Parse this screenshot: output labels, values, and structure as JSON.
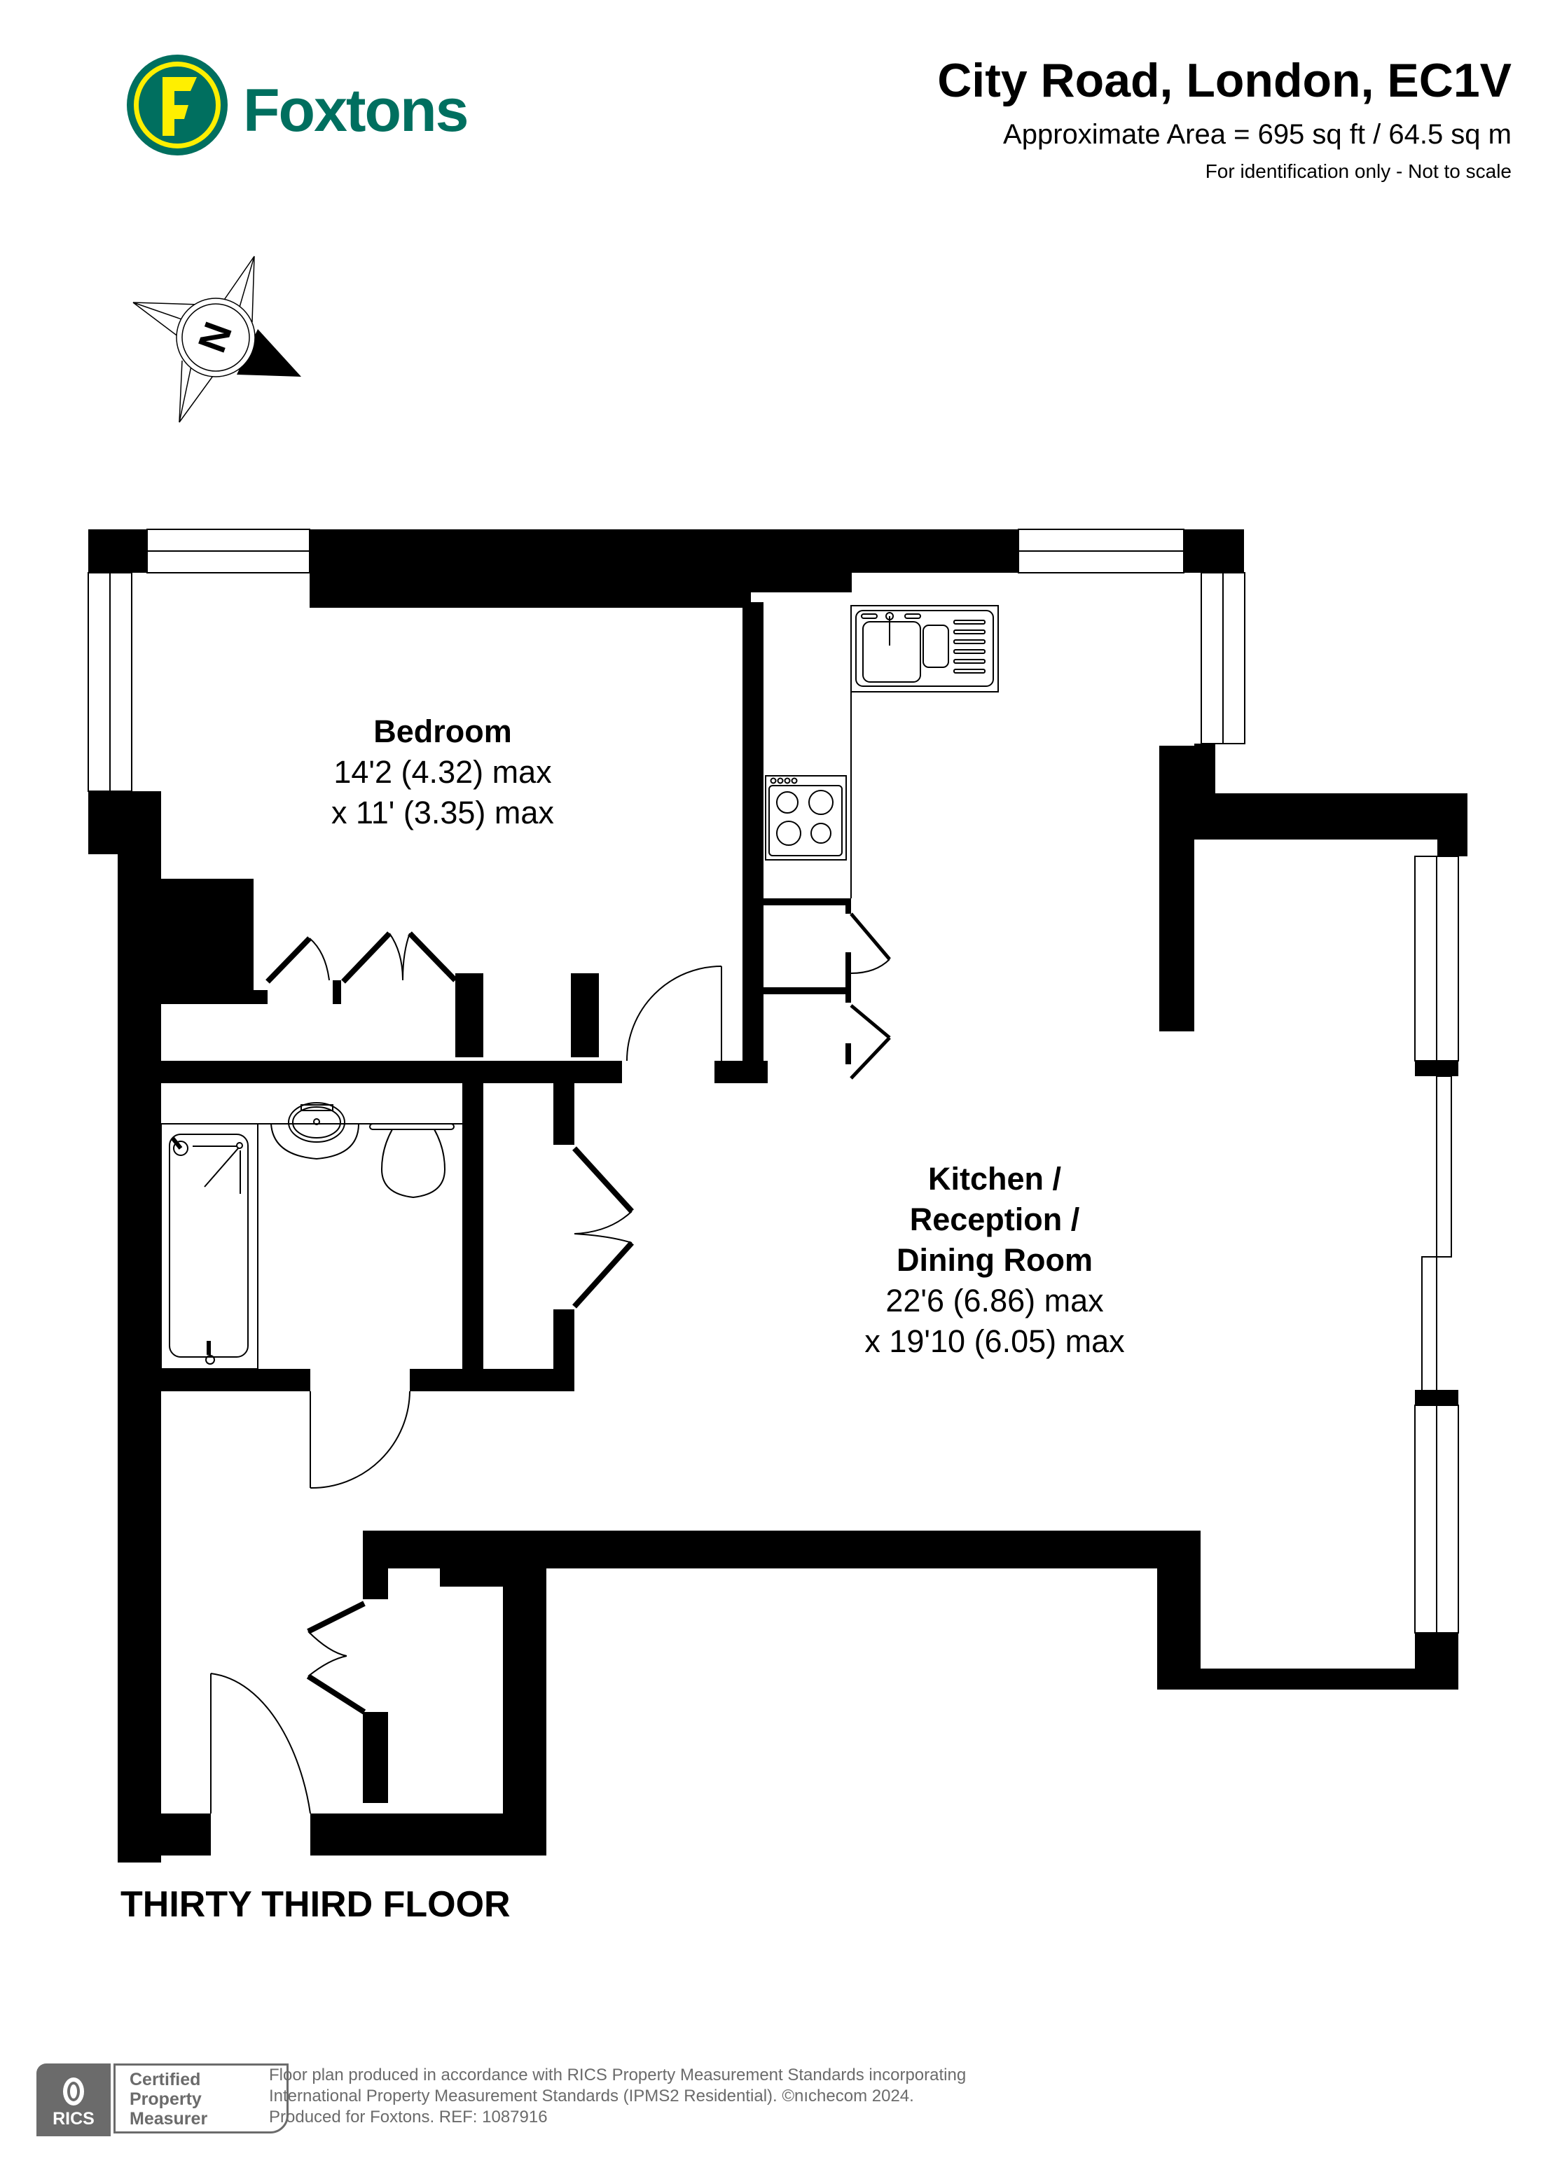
{
  "brand": {
    "name": "Foxtons",
    "logo_letter": "F",
    "colors": {
      "green": "#006f5f",
      "yellow": "#ffef00"
    }
  },
  "header": {
    "title": "City Road, London, EC1V",
    "area": "Approximate Area = 695 sq ft / 64.5 sq m",
    "disclaimer": "For identification only - Not to scale"
  },
  "compass": {
    "label": "N",
    "icon": "compass-north-icon"
  },
  "rooms": [
    {
      "name": "Bedroom",
      "dim1": "14'2 (4.32) max",
      "dim2": "x 11' (3.35) max"
    },
    {
      "name_lines": [
        "Kitchen /",
        "Reception /",
        "Dining Room"
      ],
      "dim1": "22'6 (6.86) max",
      "dim2": "x 19'10 (6.05) max"
    }
  ],
  "floor_label": "THIRTY THIRD FLOOR",
  "footer": {
    "rics_label": "RICS",
    "cert_lines": [
      "Certified",
      "Property",
      "Measurer"
    ],
    "line1": "Floor plan produced in accordance with RICS Property Measurement Standards incorporating",
    "line2": "International Property Measurement Standards (IPMS2 Residential).   ©nıchecom 2024.",
    "line3": "Produced for Foxtons.   REF: 1087916"
  },
  "fixtures": [
    "kitchen-sink",
    "hob",
    "bath",
    "washbasin",
    "toilet",
    "wardrobes",
    "cupboards"
  ],
  "colors": {
    "wall": "#000000",
    "background": "#ffffff",
    "footer_gray": "#6b6b6b"
  }
}
